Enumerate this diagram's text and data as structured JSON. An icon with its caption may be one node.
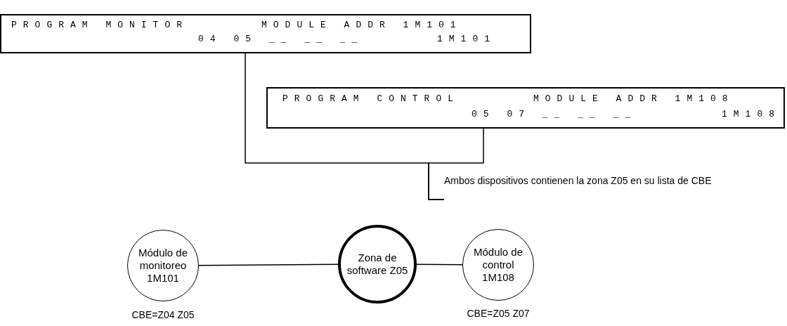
{
  "diagram": {
    "nodes": [
      {
        "text": [
          "PROGRAM MONITOR",
          "MODULE ADDR 1M101",
          "04 05 __ __ __",
          "1M101"
        ]
      },
      {
        "text": [
          "PROGRAM CONTROL",
          "MODULE ADDR 1M108",
          "05 07 __ __ __",
          "1M108"
        ]
      },
      {
        "text": [
          "Ambos dispositivos contienen la zona Z05 en su lista de CBE"
        ]
      },
      {
        "text": [
          "Módulo de monitoreo 1M101"
        ],
        "beside": [
          "CBE=Z04 Z05"
        ]
      },
      {
        "text": [
          "Zona de software Z05"
        ]
      },
      {
        "text": [
          "Módulo de control 1M108"
        ],
        "beside": [
          "CBE=Z05 Z07"
        ]
      }
    ],
    "edges": [
      {
        "from": 2,
        "to": 0,
        "arrow": "none"
      },
      {
        "from": 2,
        "to": 1,
        "arrow": "none"
      },
      {
        "from": 3,
        "to": 4,
        "arrow": "none"
      },
      {
        "from": 4,
        "to": 5,
        "arrow": "none"
      }
    ]
  }
}
